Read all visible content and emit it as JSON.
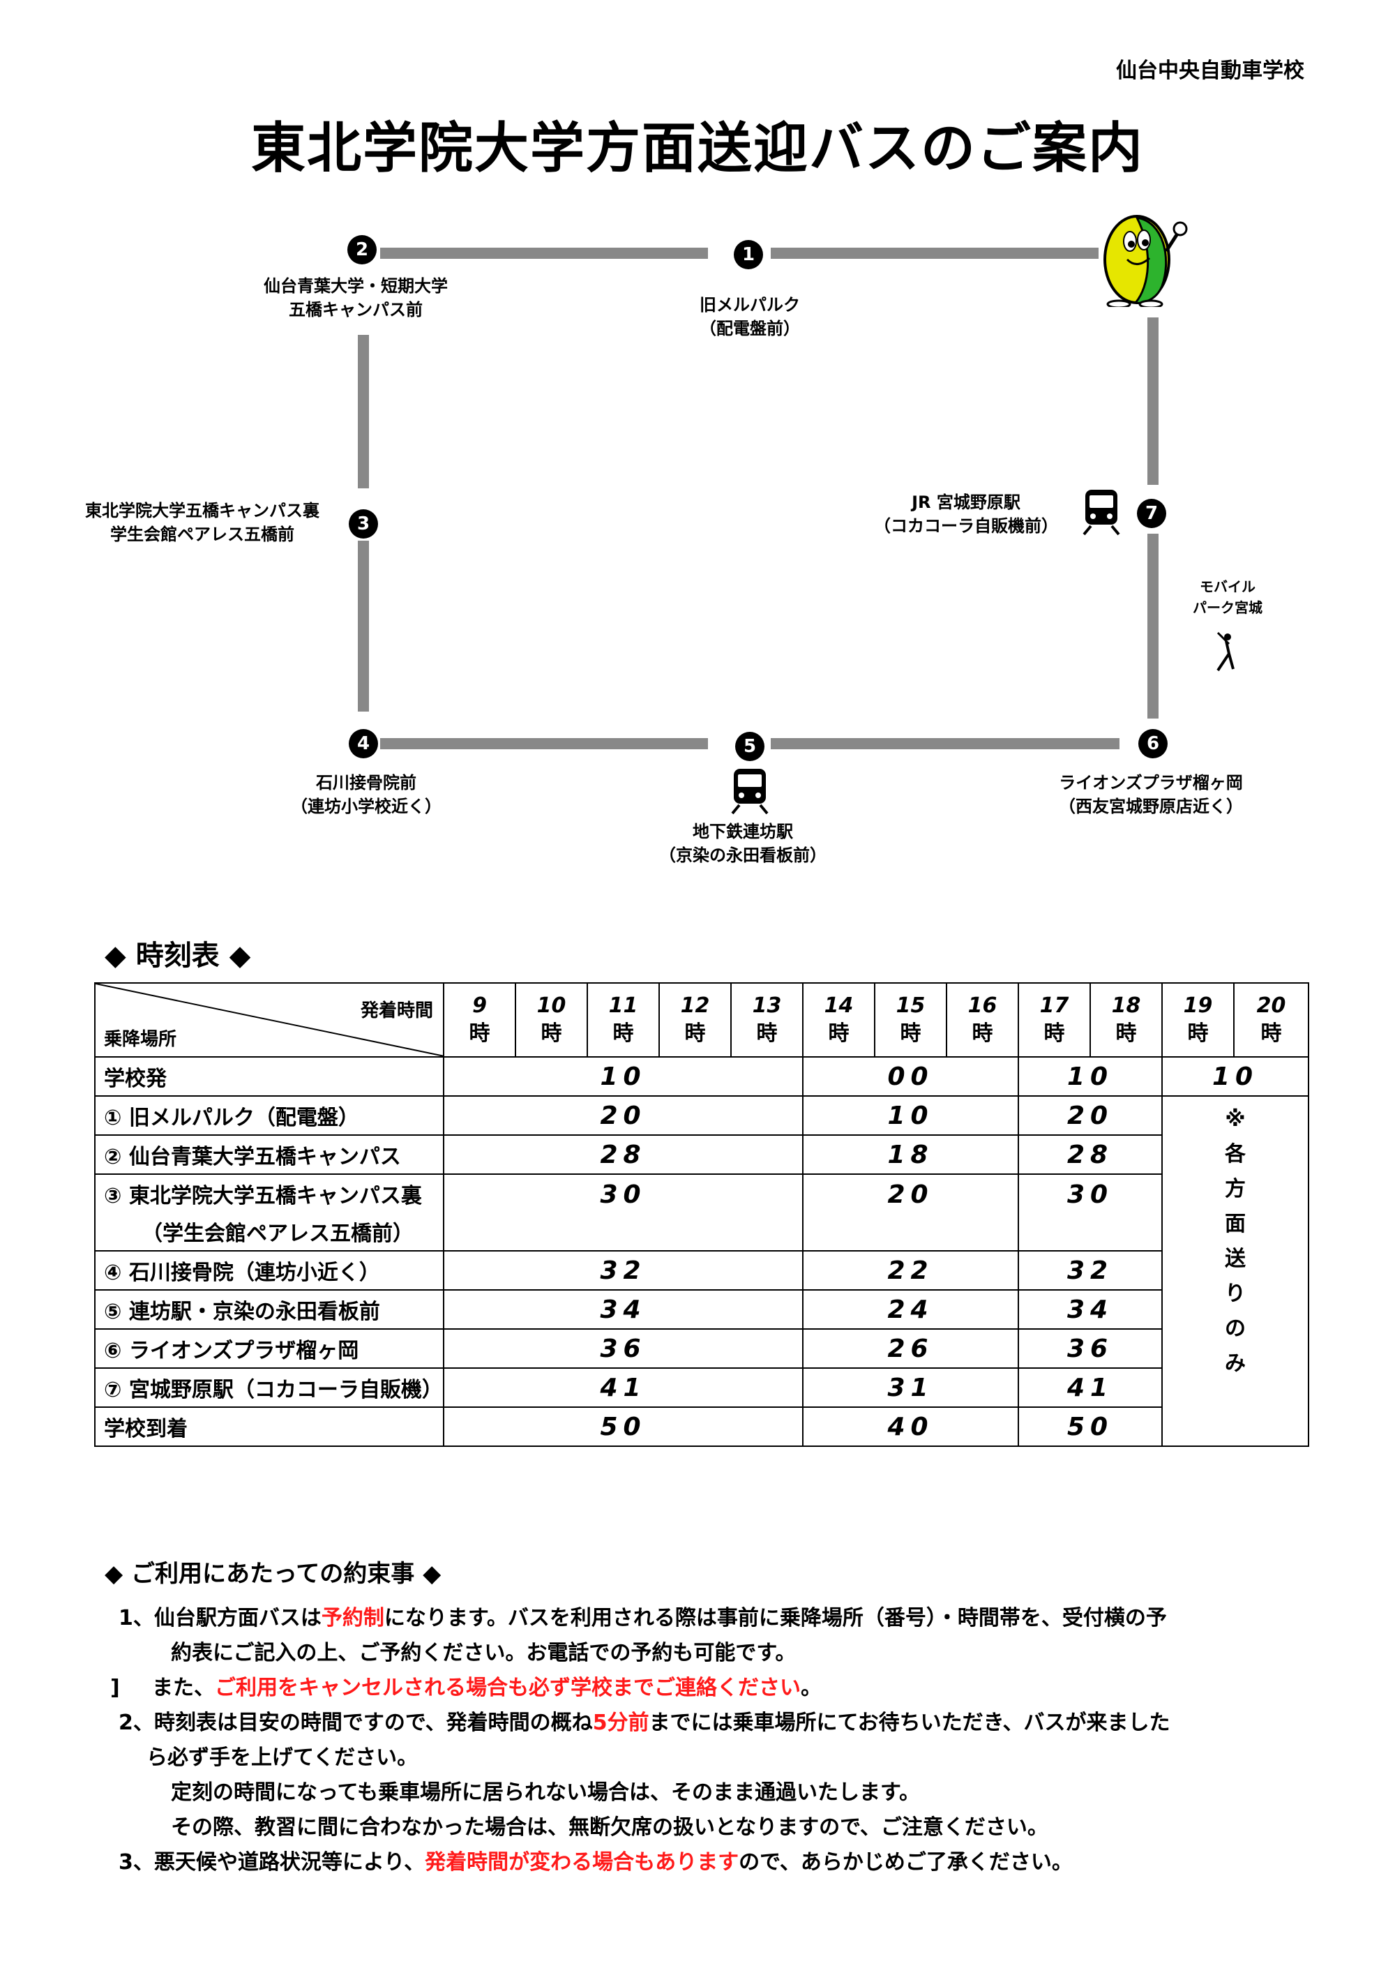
{
  "header": {
    "school": "仙台中央自動車学校",
    "title": "東北学院大学方面送迎バスのご案内"
  },
  "map": {
    "stops": [
      {
        "num": "1",
        "label": "旧メルパルク\n（配電盤前）"
      },
      {
        "num": "2",
        "label": "仙台青葉大学・短期大学\n五橋キャンパス前"
      },
      {
        "num": "3",
        "label": "東北学院大学五橋キャンパス裏\n学生会館ペアレス五橋前"
      },
      {
        "num": "4",
        "label": "石川接骨院前\n（連坊小学校近く）"
      },
      {
        "num": "5",
        "label": "地下鉄連坊駅\n（京染の永田看板前）"
      },
      {
        "num": "6",
        "label": "ライオンズプラザ榴ヶ岡\n（西友宮城野原店近く）"
      },
      {
        "num": "7",
        "label": "JR 宮城野原駅\n（コカコーラ自販機前）"
      }
    ],
    "landmark": "モバイル\nパーク宮城",
    "icons": {
      "train": "train-icon",
      "mascot": "bean-mascot-icon",
      "baseball": "baseball-player-icon"
    }
  },
  "timetable": {
    "heading": "◆ 時刻表 ◆",
    "corner_top": "発着時間",
    "corner_bottom": "乗降場所",
    "hours": [
      "9",
      "10",
      "11",
      "12",
      "13",
      "14",
      "15",
      "16",
      "17",
      "18",
      "19",
      "20"
    ],
    "hour_suffix": "時",
    "rows": [
      {
        "stop": "学校発",
        "times": [
          "10",
          "00",
          "10",
          "10"
        ]
      },
      {
        "stop": "① 旧メルパルク（配電盤）",
        "times": [
          "20",
          "10",
          "20"
        ]
      },
      {
        "stop": "② 仙台青葉大学五橋キャンパス",
        "times": [
          "28",
          "18",
          "28"
        ]
      },
      {
        "stop": "③ 東北学院大学五橋キャンパス裏",
        "stop2": "（学生会館ペアレス五橋前）",
        "times": [
          "30",
          "20",
          "30"
        ]
      },
      {
        "stop": "④ 石川接骨院（連坊小近く）",
        "times": [
          "32",
          "22",
          "32"
        ]
      },
      {
        "stop": "⑤ 連坊駅・京染の永田看板前",
        "times": [
          "34",
          "24",
          "34"
        ]
      },
      {
        "stop": "⑥ ライオンズプラザ榴ヶ岡",
        "times": [
          "36",
          "26",
          "36"
        ]
      },
      {
        "stop": "⑦ 宮城野原駅（コカコーラ自販機）",
        "times": [
          "41",
          "31",
          "41"
        ]
      },
      {
        "stop": "学校到着",
        "times": [
          "50",
          "40",
          "50"
        ]
      }
    ],
    "note_chars": [
      "※",
      "各",
      "方",
      "面",
      "送",
      "り",
      "の",
      "み"
    ]
  },
  "rules": {
    "heading": "◆ ご利用にあたっての約束事 ◆",
    "r1_a": "1、仙台駅方面バスは",
    "r1_red": "予約制",
    "r1_b": "になります。バスを利用される際は事前に乗降場所（番号）・時間帯を、受付横の予",
    "r1_c": "約表にご記入の上、ご予約ください。お電話での予約も可能です。",
    "r1_d_mark": "]",
    "r1_d_a": "また、",
    "r1_d_red": "ご利用をキャンセルされる場合も必ず学校までご連絡ください",
    "r1_d_b": "。",
    "r2_a": "2、時刻表は目安の時間ですので、発着時間の概ね",
    "r2_red": "5分前",
    "r2_b": "までには乗車場所にてお待ちいただき、バスが来ました",
    "r2_c": "ら必ず手を上げてください。",
    "r2_d": "定刻の時間になっても乗車場所に居られない場合は、そのまま通過いたします。",
    "r2_e": "その際、教習に間に合わなかった場合は、無断欠席の扱いとなりますので、ご注意ください。",
    "r3_a": "3、悪天候や道路状況等により、",
    "r3_red": "発着時間が変わる場合もあります",
    "r3_b": "ので、あらかじめご了承ください。"
  }
}
